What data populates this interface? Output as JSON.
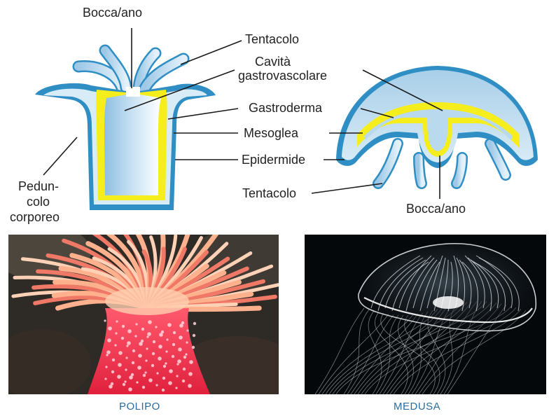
{
  "labels": {
    "polyp_mouth": "Bocca/ano",
    "polyp_tentacle": "Tentacolo",
    "cavity_line1": "Cavità",
    "cavity_line2": "gastrovascolare",
    "gastroderm": "Gastroderma",
    "mesoglea": "Mesoglea",
    "epidermis": "Epidermide",
    "peduncle_line1": "Pedun-",
    "peduncle_line2": "colo",
    "peduncle_line3": "corporeo",
    "medusa_tentacle": "Tentacolo",
    "medusa_mouth": "Bocca/ano"
  },
  "captions": {
    "polyp": "POLIPO",
    "medusa": "MEDUSA"
  },
  "colors": {
    "epidermis": "#2f8fc4",
    "gastroderm": "#f5ee1c",
    "tissue_light": "#cfe6f3",
    "cavity": "#9cc7e4",
    "caption": "#2b6c9c"
  },
  "photos": {
    "polyp": "sea-anemone-photo",
    "medusa": "jellyfish-photo"
  }
}
